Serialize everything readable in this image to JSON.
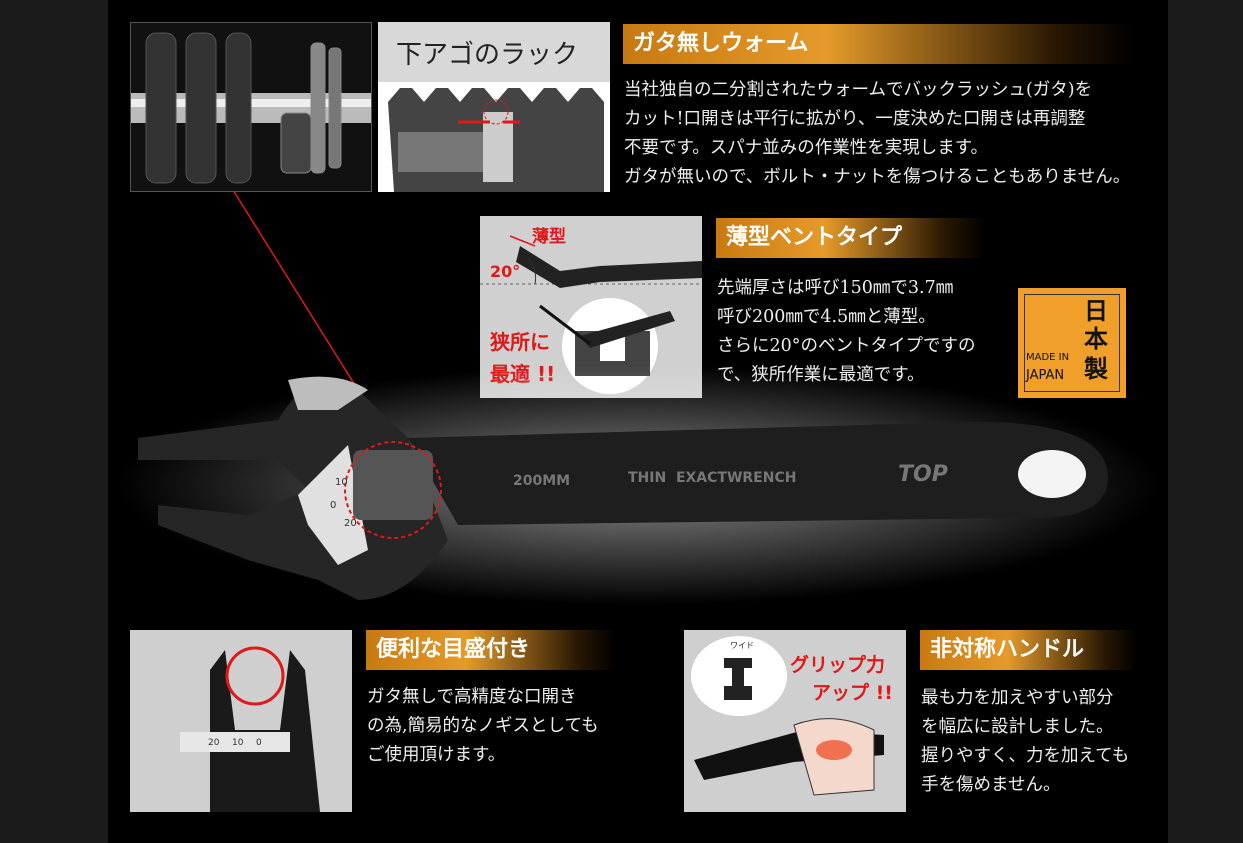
{
  "sections": {
    "worm": {
      "inset_label": "下アゴのラック",
      "title": "ガタ無しウォーム",
      "lines": [
        "当社独自の二分割されたウォームでバックラッシュ(ガタ)を",
        "カット!口開きは平行に拡がり、一度決めた口開きは再調整",
        "不要です。スパナ並みの作業性を実現します。",
        "ガタが無いので、ボルト・ナットを傷つけることもありません。"
      ]
    },
    "thin": {
      "inset_thin": "薄型",
      "inset_angle": "20°",
      "inset_narrow": "狭所に",
      "inset_best": "最適 !!",
      "title": "薄型ベントタイプ",
      "lines": [
        "先端厚さは呼び150㎜で3.7㎜",
        "呼び200㎜で4.5㎜と薄型。",
        "さらに20°のベントタイプですの",
        "で、狭所作業に最適です。"
      ]
    },
    "badge": {
      "kanji_1": "日",
      "kanji_2": "本",
      "kanji_3": "製",
      "made_in": "MADE IN",
      "japan": "JAPAN"
    },
    "wrench": {
      "size": "200MM",
      "model": "THIN  EXACTWRENCH",
      "brand": "TOP",
      "scale_1": "0",
      "scale_2": "10",
      "scale_3": "20"
    },
    "scale": {
      "title": "便利な目盛付き",
      "inset_scale_1": "20",
      "inset_scale_2": "10",
      "inset_scale_3": "0",
      "lines": [
        "ガタ無しで高精度な口開き",
        "の為,簡易的なノギスとしても",
        "ご使用頂けます。"
      ]
    },
    "handle": {
      "title": "非対称ハンドル",
      "inset_wide": "ワイド",
      "inset_grip": "グリップ力",
      "inset_up": "アップ !!",
      "lines": [
        "最も力を加えやすい部分",
        "を幅広に設計しました。",
        "握りやすく、力を加えても",
        "手を傷めません。"
      ]
    }
  },
  "colors": {
    "accent": "#e59a2a",
    "red": "#e01818",
    "badge": "#f0a02a"
  }
}
